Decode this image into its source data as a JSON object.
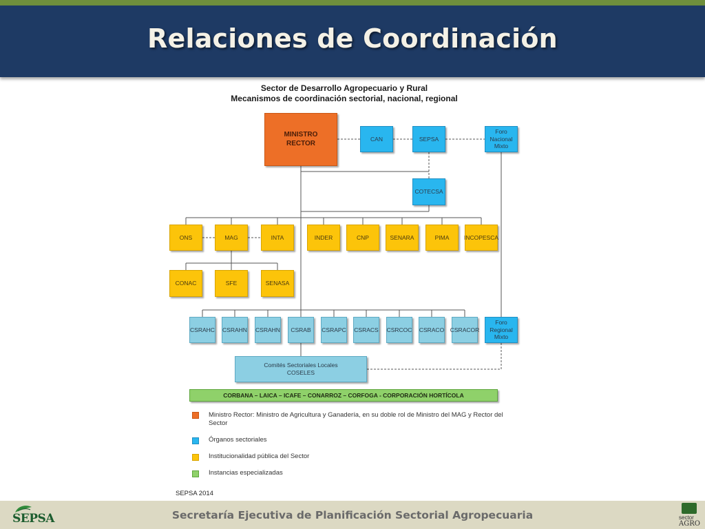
{
  "page": {
    "title": "Relaciones de Coordinación",
    "footer": "Secretaría Ejecutiva de Planificación Sectorial Agropecuaria",
    "logo_left": "SEPSA",
    "logo_right_top": "sector",
    "logo_right_bottom": "AGRO"
  },
  "diagram": {
    "title_line1": "Sector de Desarrollo Agropecuario y Rural",
    "title_line2": "Mecanismos de coordinación sectorial, nacional, regional",
    "ministro": "MINISTRO\nRECTOR",
    "can": "CAN",
    "sepsa": "SEPSA",
    "foro_nacional": "Foro\nNacional\nMixto",
    "cotecsa": "COTECSA",
    "institutions": [
      "ONS",
      "MAG",
      "INTA",
      "INDER",
      "CNP",
      "SENARA",
      "PIMA",
      "INCOPESCA"
    ],
    "mag_children": [
      "CONAC",
      "SFE",
      "SENASA"
    ],
    "regional": [
      "CSRAHC",
      "CSRAHN",
      "CSRAHN",
      "CSRAB",
      "CSRAPC",
      "CSRACS",
      "CSRCOC",
      "CSRACO",
      "CSRACOR"
    ],
    "foro_regional": "Foro\nRegional\nMixto",
    "coseles": "Comités Sectoriales Locales\nCOSELES",
    "especializadas": "CORBANA – LAICA – ICAFE – CONARROZ – CORFOGA - CORPORACIÓN HORTÍCOLA",
    "source": "SEPSA 2014"
  },
  "legend": [
    {
      "color": "#ed6f27",
      "text": "Ministro Rector: Ministro de Agricultura y Ganadería, en su doble rol de Ministro del MAG y Rector del Sector"
    },
    {
      "color": "#29b6ef",
      "text": "Órganos sectoriales"
    },
    {
      "color": "#fcc40a",
      "text": "Institucionalidad pública del Sector"
    },
    {
      "color": "#8fd16a",
      "text": "Instancias especializadas"
    }
  ]
}
